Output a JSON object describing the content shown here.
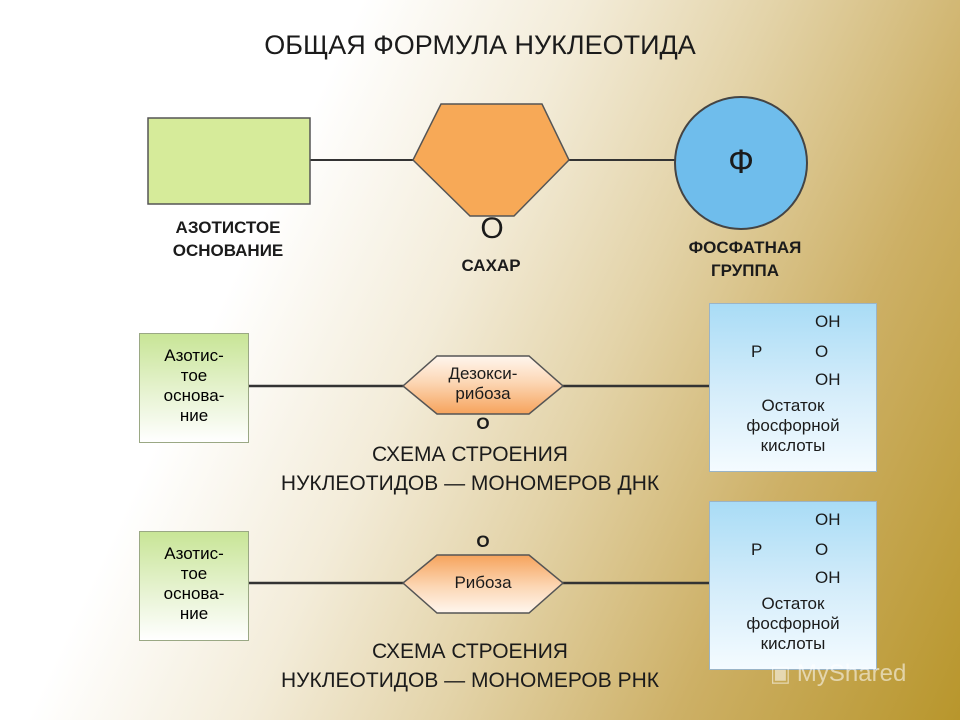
{
  "title": "ОБЩАЯ ФОРМУЛА НУКЛЕОТИДА",
  "general": {
    "base_label": [
      "АЗОТИСТОЕ",
      "ОСНОВАНИЕ"
    ],
    "sugar_o": "O",
    "sugar_label": "САХАР",
    "phosphate_symbol": "Ф",
    "phosphate_label": [
      "ФОСФАТНАЯ",
      "ГРУППА"
    ]
  },
  "dna": {
    "base_label": [
      "Азотис-",
      "тое",
      "основа-",
      "ние"
    ],
    "sugar_label": [
      "Дезокси-",
      "рибоза"
    ],
    "sugar_o": "O",
    "phosphate": {
      "oh_top": "OH",
      "p": "P",
      "o": "O",
      "oh_bottom": "OH",
      "label": [
        "Остаток",
        "фосфорной",
        "кислоты"
      ]
    },
    "caption": [
      "СХЕМА СТРОЕНИЯ",
      "НУКЛЕОТИДОВ — МОНОМЕРОВ ДНК"
    ]
  },
  "rna": {
    "base_label": [
      "Азотис-",
      "тое",
      "основа-",
      "ние"
    ],
    "sugar_label": "Рибоза",
    "sugar_o": "O",
    "phosphate": {
      "oh_top": "OH",
      "p": "P",
      "o": "O",
      "oh_bottom": "OH",
      "label": [
        "Остаток",
        "фосфорной",
        "кислоты"
      ]
    },
    "caption": [
      "СХЕМА СТРОЕНИЯ",
      "НУКЛЕОТИДОВ — МОНОМЕРОВ РНК"
    ]
  },
  "watermark": "MyShared",
  "colors": {
    "base_green": "#d6eb9a",
    "sugar_orange": "#f7a957",
    "phosphate_blue": "#6fbdec"
  }
}
